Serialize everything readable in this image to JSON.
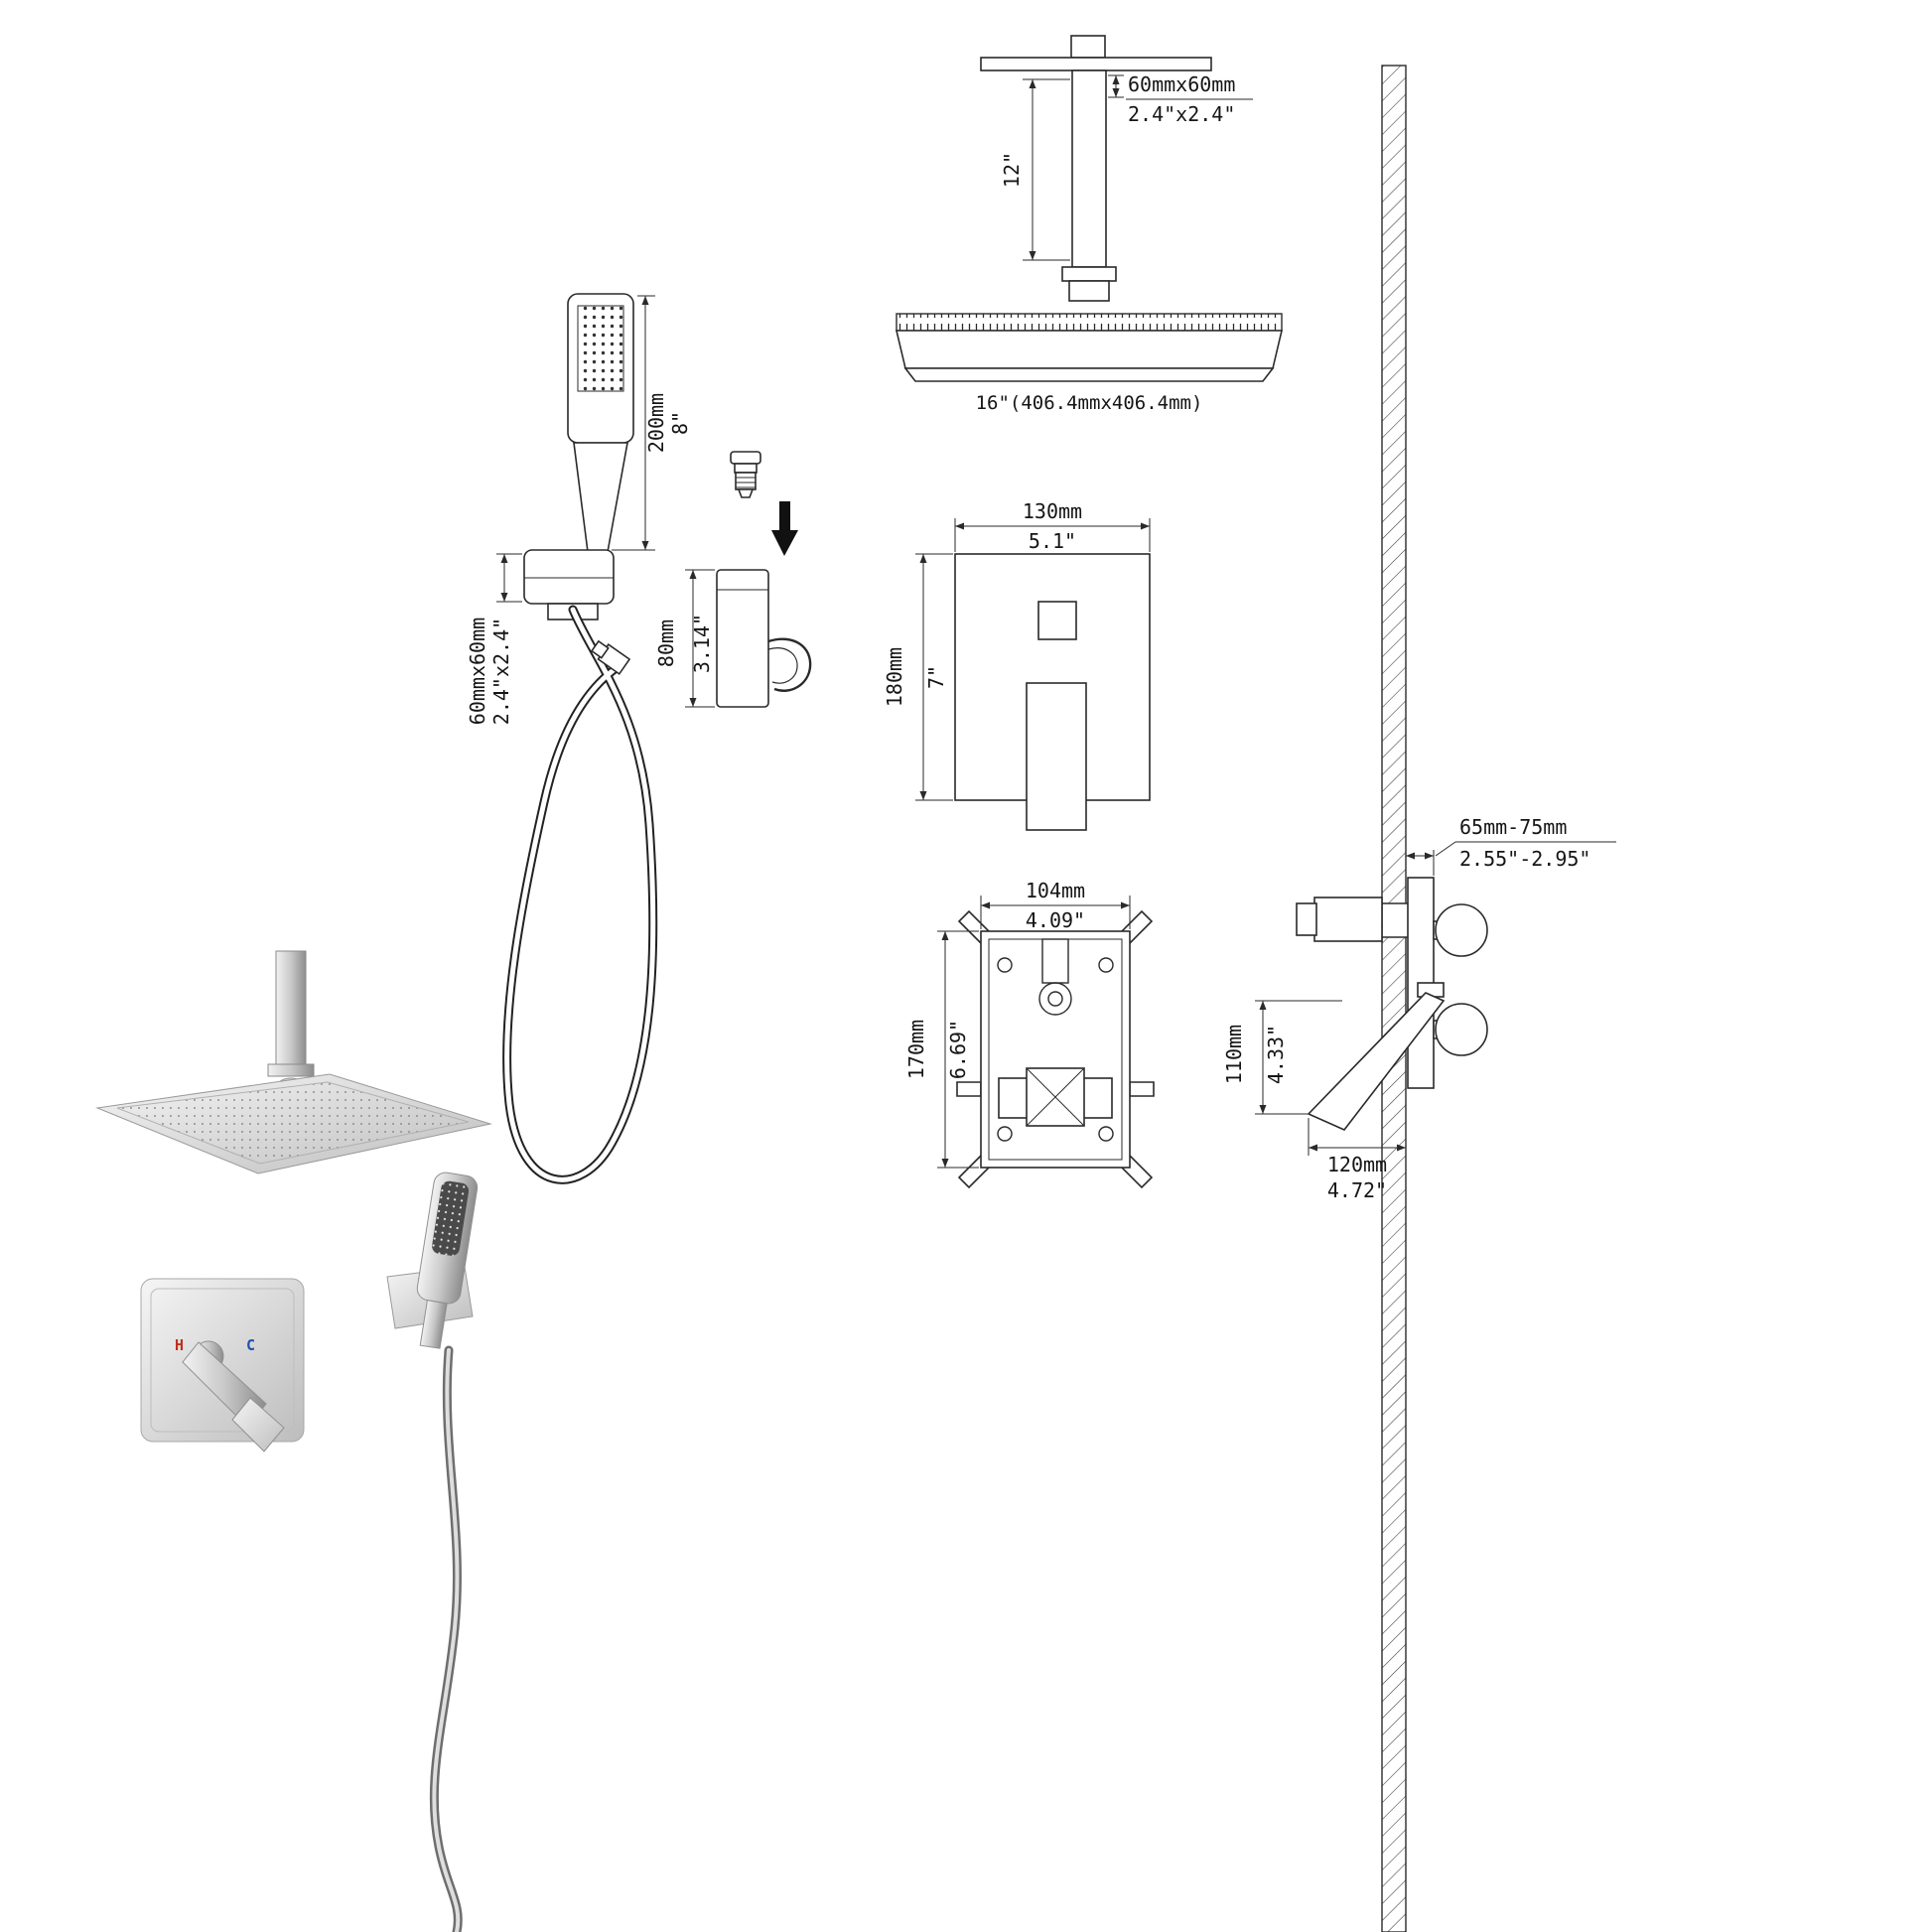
{
  "page": {
    "background": "#ffffff",
    "line_color": "#2a2a2a",
    "hot_color": "#c03020",
    "cold_color": "#2050b0"
  },
  "ceiling_shower": {
    "arm_size_mm": "60mmx60mm",
    "arm_size_in": "2.4\"x2.4\"",
    "arm_length_in": "12\"",
    "head_size": "16\"(406.4mmx406.4mm)"
  },
  "trim_plate": {
    "width_mm": "130mm",
    "width_in": "5.1\"",
    "height_mm": "180mm",
    "height_in": "7\""
  },
  "rough_in_valve": {
    "width_mm": "104mm",
    "width_in": "4.09\"",
    "height_mm": "170mm",
    "height_in": "6.69\""
  },
  "side_view": {
    "depth_mm": "65mm-75mm",
    "depth_in": "2.55\"-2.95\"",
    "handle_height_mm": "110mm",
    "handle_height_in": "4.33\"",
    "handle_length_mm": "120mm",
    "handle_length_in": "4.72\""
  },
  "handheld": {
    "wand_length_mm": "200mm",
    "wand_length_in": "8\"",
    "bracket_size_mm": "60mmx60mm",
    "bracket_size_in": "2.4\"x2.4\"",
    "holder_height_mm": "80mm",
    "holder_height_in": "3.14\""
  },
  "trim_render": {
    "hot_label": "H",
    "cold_label": "C"
  }
}
